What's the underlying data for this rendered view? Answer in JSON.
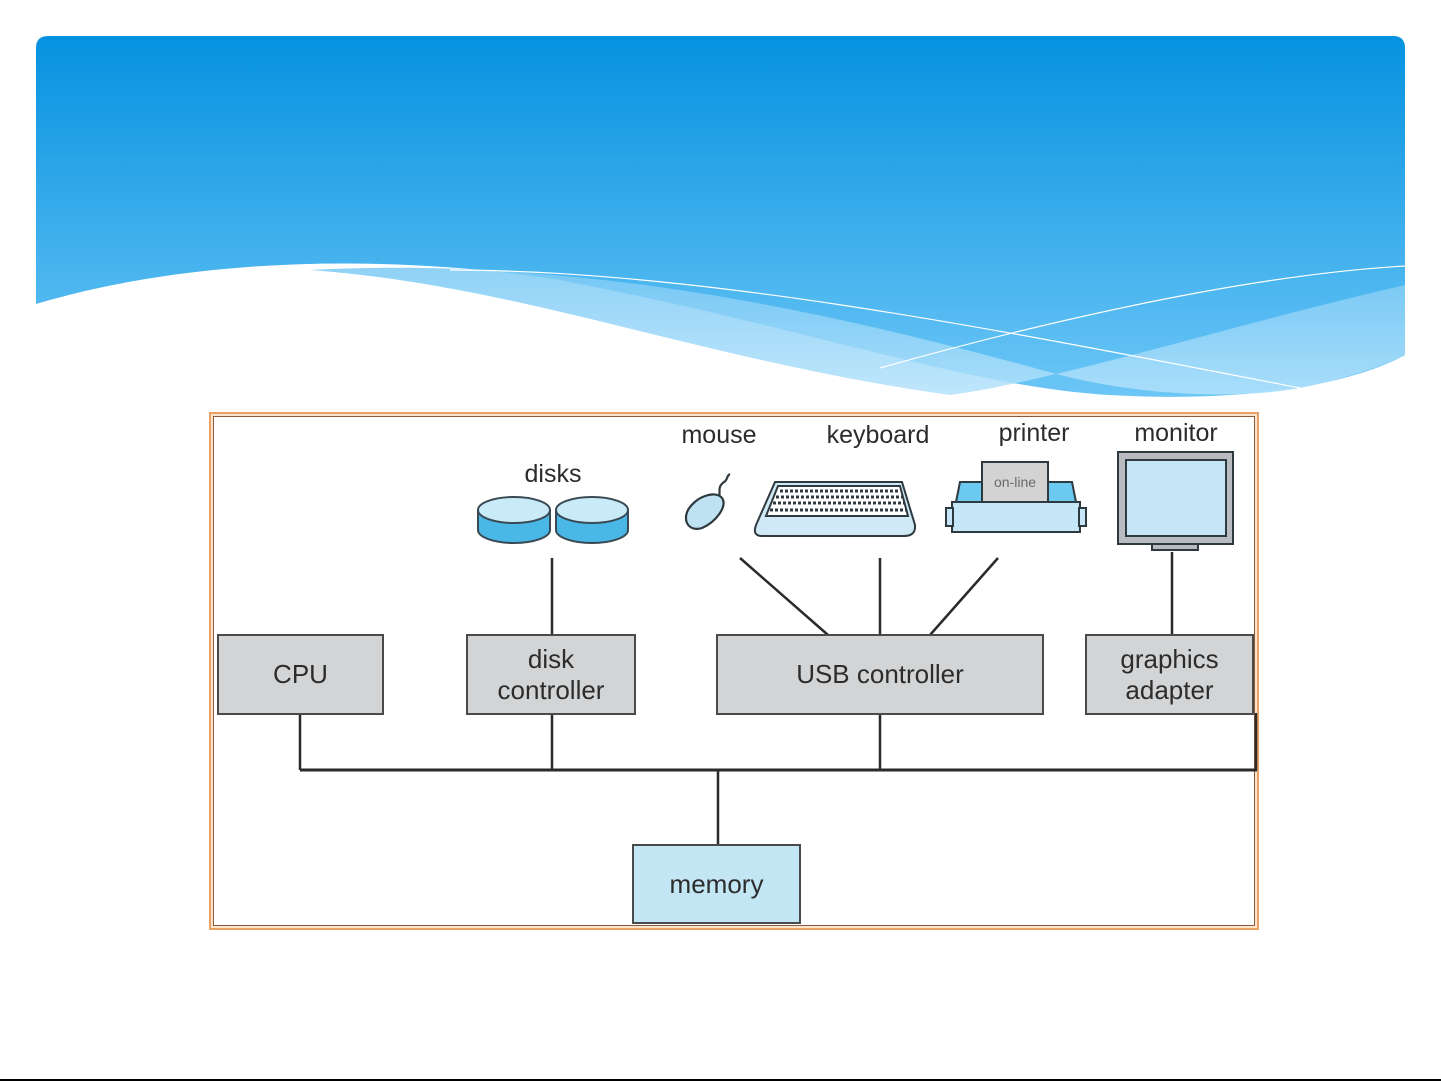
{
  "slide": {
    "theme_colors": {
      "header_top": "#0592e0",
      "header_bottom": "#61c0f4",
      "wave_light": "#8ad0f8",
      "frame_border": "#e8a265"
    }
  },
  "diagram": {
    "title": "",
    "devices": [
      {
        "id": "disks",
        "label": "disks",
        "icon": "disk-stack-icon"
      },
      {
        "id": "mouse",
        "label": "mouse",
        "icon": "mouse-icon"
      },
      {
        "id": "keyboard",
        "label": "keyboard",
        "icon": "keyboard-icon"
      },
      {
        "id": "printer",
        "label": "printer",
        "icon": "printer-icon",
        "paper_text": "on-line"
      },
      {
        "id": "monitor",
        "label": "monitor",
        "icon": "monitor-icon"
      }
    ],
    "components": [
      {
        "id": "cpu",
        "label": "CPU"
      },
      {
        "id": "disk_controller",
        "label": "disk\ncontroller"
      },
      {
        "id": "usb_controller",
        "label": "USB controller"
      },
      {
        "id": "graphics_adapter",
        "label": "graphics\nadapter"
      },
      {
        "id": "memory",
        "label": "memory"
      }
    ],
    "connections": [
      [
        "disks",
        "disk_controller"
      ],
      [
        "mouse",
        "usb_controller"
      ],
      [
        "keyboard",
        "usb_controller"
      ],
      [
        "printer",
        "usb_controller"
      ],
      [
        "monitor",
        "graphics_adapter"
      ],
      [
        "cpu",
        "system_bus"
      ],
      [
        "disk_controller",
        "system_bus"
      ],
      [
        "usb_controller",
        "system_bus"
      ],
      [
        "graphics_adapter",
        "system_bus"
      ],
      [
        "system_bus",
        "memory"
      ]
    ]
  }
}
